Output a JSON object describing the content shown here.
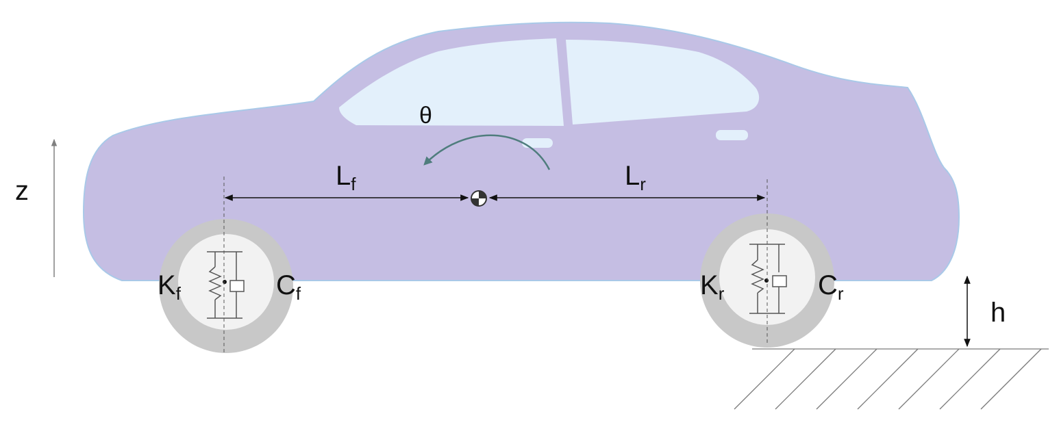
{
  "labels": {
    "z": "z",
    "theta": "θ",
    "h": "h",
    "front_length": {
      "main": "L",
      "sub": "f"
    },
    "rear_length": {
      "main": "L",
      "sub": "r"
    },
    "front_spring": {
      "main": "K",
      "sub": "f"
    },
    "front_damper": {
      "main": "C",
      "sub": "f"
    },
    "rear_spring": {
      "main": "K",
      "sub": "r"
    },
    "rear_damper": {
      "main": "C",
      "sub": "r"
    }
  },
  "colors": {
    "body": "#c5bee3",
    "body_outline": "#a9c9e8",
    "window": "#e3f0fb",
    "tire": "#c8c8c8",
    "hub": "#f2f2f2",
    "rotation_arrow": "#4f7d7d",
    "axis": "#808080"
  }
}
